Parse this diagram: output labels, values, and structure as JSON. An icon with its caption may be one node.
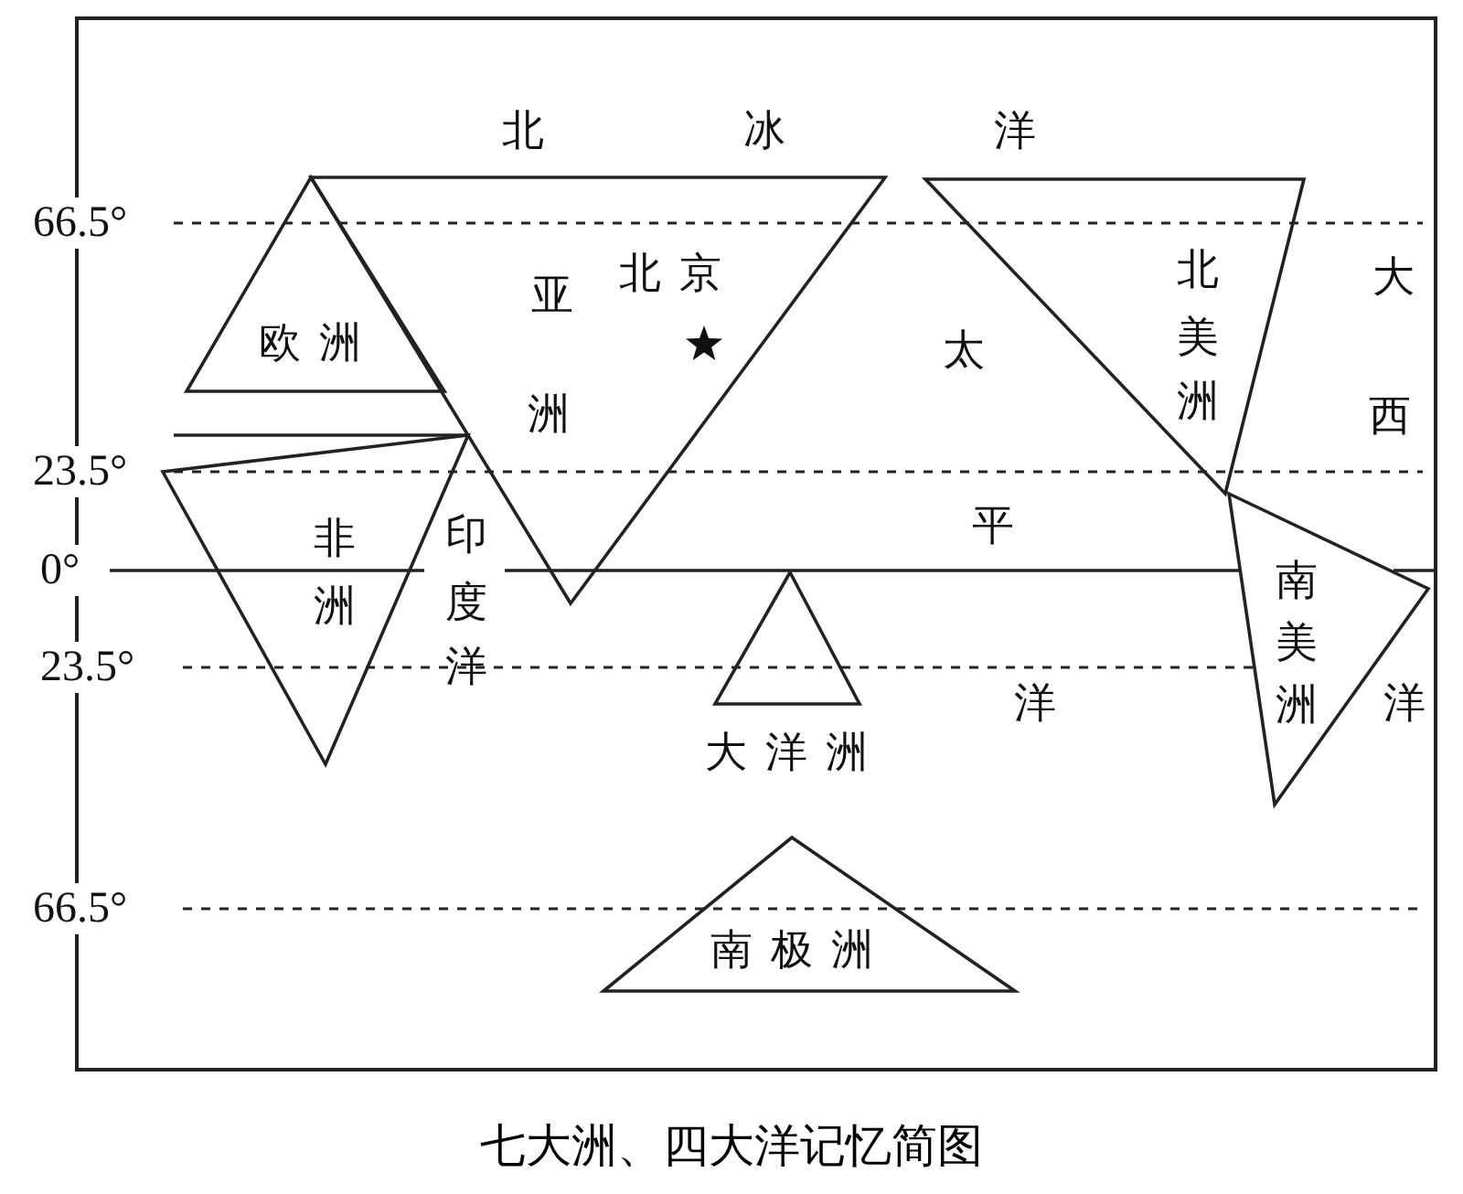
{
  "diagram": {
    "caption": "七大洲、四大洋记忆简图",
    "nodes": [
      {
        "text": [
          "欧洲"
        ]
      },
      {
        "text": [
          "亚洲",
          "北京"
        ]
      },
      {
        "text": [
          "非洲"
        ]
      },
      {
        "text": [
          "北美洲"
        ]
      },
      {
        "text": [
          "南美洲"
        ]
      },
      {
        "text": [
          "大洋洲"
        ]
      },
      {
        "text": [
          "南极洲"
        ]
      }
    ],
    "labels": [
      "北冰洋",
      "66.5°",
      "大西洋",
      "太平洋",
      "23.5°",
      "0°",
      "印度洋",
      "23.5°",
      "66.5°"
    ]
  }
}
